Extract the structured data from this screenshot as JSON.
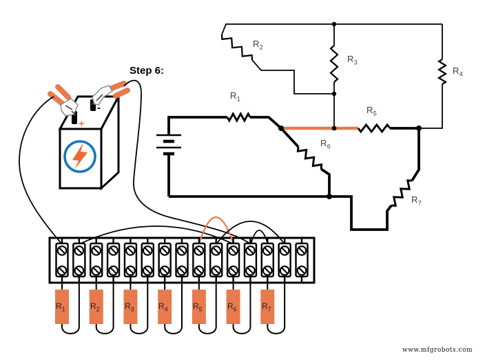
{
  "title": "Step 6:",
  "watermark": "www.mfgrobots.com",
  "colors": {
    "orange": "#E87A4D",
    "bolt_orange": "#EE6A33",
    "logo_blue": "#1878B4",
    "wire_black": "#000000"
  },
  "battery": {
    "positive_label": "+",
    "negative_label": "-"
  },
  "schematic": {
    "resistor_labels": [
      {
        "base": "R",
        "sub": "1"
      },
      {
        "base": "R",
        "sub": "2"
      },
      {
        "base": "R",
        "sub": "3"
      },
      {
        "base": "R",
        "sub": "4"
      },
      {
        "base": "R",
        "sub": "5"
      },
      {
        "base": "R",
        "sub": "6"
      },
      {
        "base": "R",
        "sub": "7"
      }
    ]
  },
  "terminal_strip": {
    "terminal_count": 15,
    "resistor_labels": [
      {
        "base": "R",
        "sub": "1"
      },
      {
        "base": "R",
        "sub": "2"
      },
      {
        "base": "R",
        "sub": "3"
      },
      {
        "base": "R",
        "sub": "4"
      },
      {
        "base": "R",
        "sub": "5"
      },
      {
        "base": "R",
        "sub": "6"
      },
      {
        "base": "R",
        "sub": "7"
      }
    ]
  }
}
